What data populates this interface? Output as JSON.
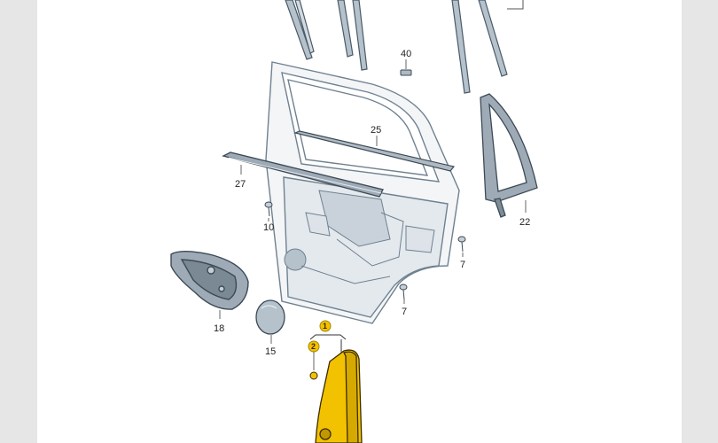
{
  "diagram": {
    "callouts": {
      "c40": "40",
      "c25": "25",
      "c27": "27",
      "c22": "22",
      "c10": "10",
      "c7a": "7",
      "c7b": "7",
      "c18": "18",
      "c15": "15",
      "c1": "1",
      "c2": "2"
    },
    "colors": {
      "line": "#4a5a68",
      "part_fill": "#aeb9c3",
      "highlight": "#f2c200"
    }
  }
}
